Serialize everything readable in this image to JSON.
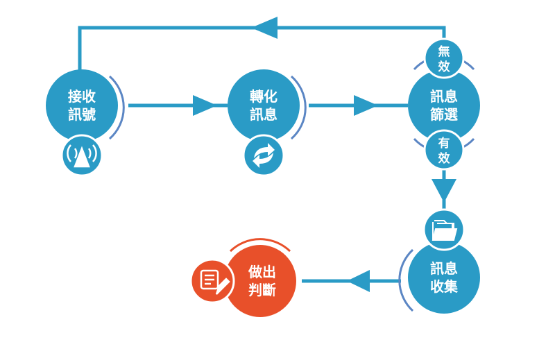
{
  "colors": {
    "primary": "#2a9bc6",
    "accent": "#e8502a",
    "arc": "#5b86c4"
  },
  "nodes": {
    "receive": {
      "line1": "接收",
      "line2": "訊號",
      "icon": "signal-tower-icon"
    },
    "convert": {
      "line1": "轉化",
      "line2": "訊息",
      "icon": "refresh-icon"
    },
    "filter": {
      "line1": "訊息",
      "line2": "篩選"
    },
    "collect": {
      "line1": "訊息",
      "line2": "收集",
      "icon": "folder-icon"
    },
    "decide": {
      "line1": "做出",
      "line2": "判斷",
      "icon": "document-edit-icon"
    }
  },
  "branches": {
    "invalid": {
      "line1": "無",
      "line2": "效"
    },
    "valid": {
      "line1": "有",
      "line2": "效"
    }
  }
}
